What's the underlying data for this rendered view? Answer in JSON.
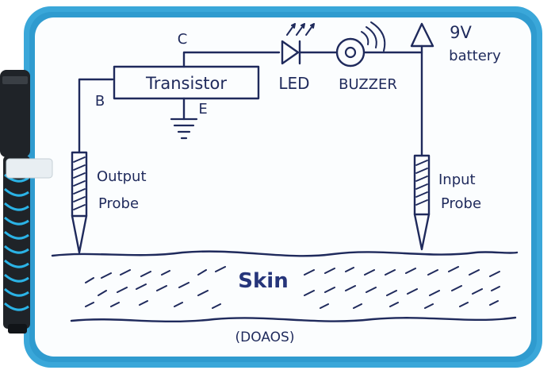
{
  "board": {
    "frame_color": "#3aa7d9",
    "frame_dark": "#1e86bd",
    "surface_color": "#fbfdfe",
    "ink_color": "#1f2a5c"
  },
  "marker": {
    "body_color": "#1f2328",
    "stripe_color": "#2bb3e6",
    "clip_color": "#e8eef2"
  },
  "circuit": {
    "transistor_label": "Transistor",
    "collector_label": "C",
    "base_label": "B",
    "emitter_label": "E",
    "led_label": "LED",
    "buzzer_label": "BUZZER",
    "battery_label_line1": "9V",
    "battery_label_line2": "battery",
    "output_probe_line1": "Output",
    "output_probe_line2": "Probe",
    "input_probe_line1": "Input",
    "input_probe_line2": "Probe"
  },
  "skin": {
    "label": "Skin",
    "caption": "(DOAOS)"
  },
  "icons": [
    "ground-icon",
    "led-icon",
    "buzzer-icon",
    "battery-icon",
    "probe-icon",
    "marker-icon"
  ]
}
